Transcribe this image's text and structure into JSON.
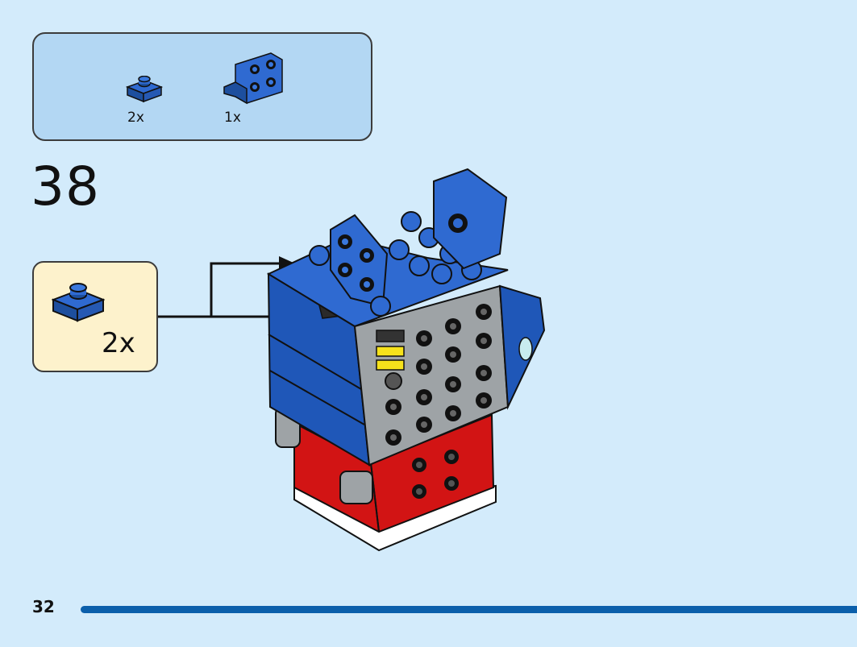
{
  "parts_list": {
    "items": [
      {
        "name": "plate-1x1-blue-icon",
        "qty": "2x"
      },
      {
        "name": "bracket-blue-icon",
        "qty": "1x"
      }
    ]
  },
  "step": {
    "number": "38"
  },
  "callout": {
    "qty": "2x"
  },
  "footer": {
    "page_number": "32",
    "progress": 1.0
  },
  "colors": {
    "background": "#d3ebfb",
    "parts_box": "#b3d7f3",
    "callout_box": "#fdf2cc",
    "brick_blue": "#1f57b8",
    "brick_red": "#d21414",
    "brick_gray": "#9ea3a6",
    "progress": "#0b5fab"
  }
}
